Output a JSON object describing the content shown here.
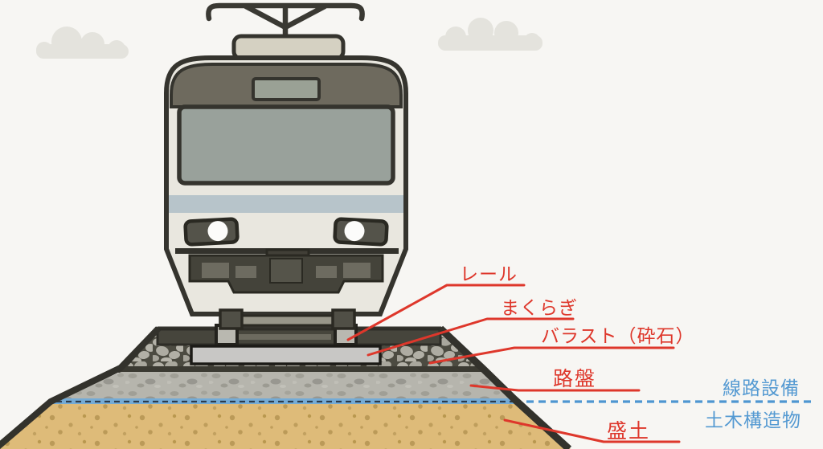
{
  "scene": {
    "background": "#f7f6f3",
    "callout_red": "#de372b",
    "zone_blue": "#559ad2",
    "dash_blue": "#4e96d1"
  },
  "labels": {
    "rail": "レール",
    "sleeper": "まくらぎ",
    "ballast": "バラスト（砕石）",
    "roadbed": "路盤",
    "embankment": "盛土"
  },
  "zones": {
    "above_line": "線路設備",
    "below_line": "土木構造物"
  }
}
